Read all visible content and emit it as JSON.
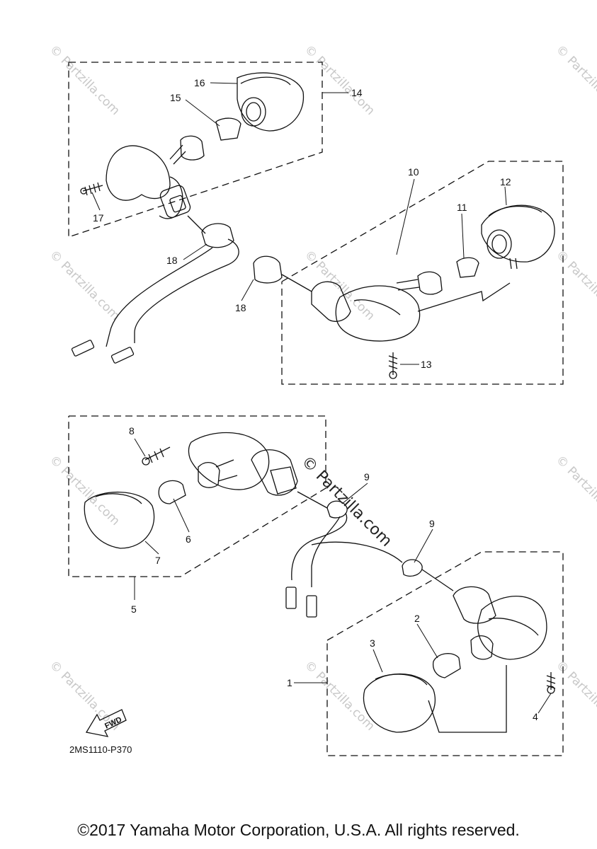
{
  "watermark": {
    "small_text": "© Partzilla.com",
    "large_text": "© Partzilla.com"
  },
  "callouts": [
    "1",
    "2",
    "3",
    "4",
    "5",
    "6",
    "7",
    "8",
    "9",
    "9",
    "10",
    "11",
    "12",
    "13",
    "14",
    "15",
    "16",
    "17",
    "18",
    "18"
  ],
  "fwd_label": "FWD",
  "diagram_code": "2MS1110-P370",
  "copyright": "©2017 Yamaha Motor Corporation, U.S.A. All rights reserved."
}
